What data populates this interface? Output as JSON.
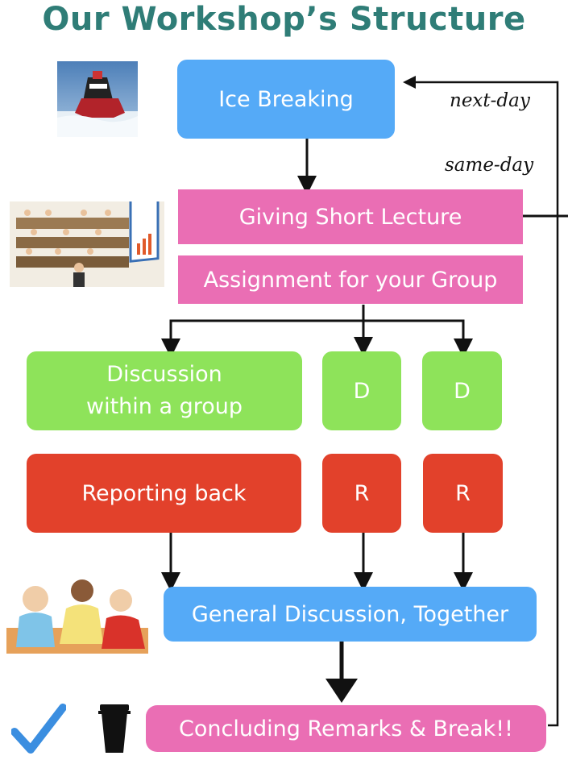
{
  "title": "Our Workshop’s Structure",
  "labels": {
    "next_day": "next-day",
    "same_day": "same-day"
  },
  "steps": {
    "ice_breaking": "Ice Breaking",
    "short_lecture": "Giving Short Lecture",
    "assignment": "Assignment for your Group",
    "discussion_line1": "Discussion",
    "discussion_line2": "within a group",
    "discussion_short": "D",
    "reporting": "Reporting back",
    "reporting_short": "R",
    "general": "General Discussion, Together",
    "concluding": "Concluding Remarks & Break!!"
  },
  "icons": [
    "icebreaker-ship-icon",
    "lecture-hall-icon",
    "people-talking-icon",
    "checkmark-icon",
    "coffee-cup-icon"
  ],
  "colors": {
    "title": "#2f7d77",
    "blue": "#55aaf7",
    "pink": "#ea6eb4",
    "green": "#8ee35a",
    "red": "#e2412b",
    "check": "#3b8ee0"
  }
}
